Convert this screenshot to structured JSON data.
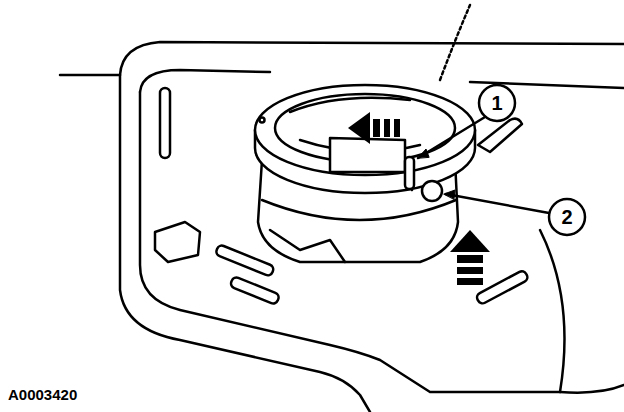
{
  "diagram": {
    "labels": [
      "1",
      "2",
      "A0003420"
    ]
  }
}
